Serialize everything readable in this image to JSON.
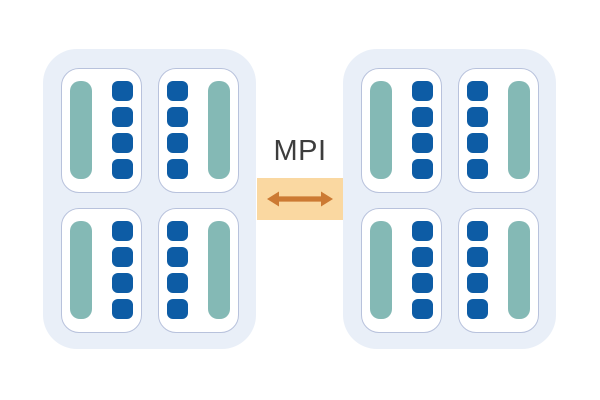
{
  "diagram": {
    "link_label": "MPI",
    "link_icon": "left-right-arrow",
    "colors": {
      "node_bg": "#e9eff8",
      "socket_bg": "#ffffff",
      "socket_border": "#b8c2dc",
      "core_blue": "#0d5ca5",
      "bar_teal": "#84b9b5",
      "link_bg": "#fad8a1",
      "link_arrow": "#cc7a33",
      "label_text": "#3d3d3d"
    },
    "nodes": [
      {
        "id": "node-1",
        "sockets": [
          {
            "layout": "bar-left",
            "cores": 4
          },
          {
            "layout": "bar-right",
            "cores": 4
          },
          {
            "layout": "bar-left",
            "cores": 4
          },
          {
            "layout": "bar-right",
            "cores": 4
          }
        ]
      },
      {
        "id": "node-2",
        "sockets": [
          {
            "layout": "bar-left",
            "cores": 4
          },
          {
            "layout": "bar-right",
            "cores": 4
          },
          {
            "layout": "bar-left",
            "cores": 4
          },
          {
            "layout": "bar-right",
            "cores": 4
          }
        ]
      }
    ]
  }
}
